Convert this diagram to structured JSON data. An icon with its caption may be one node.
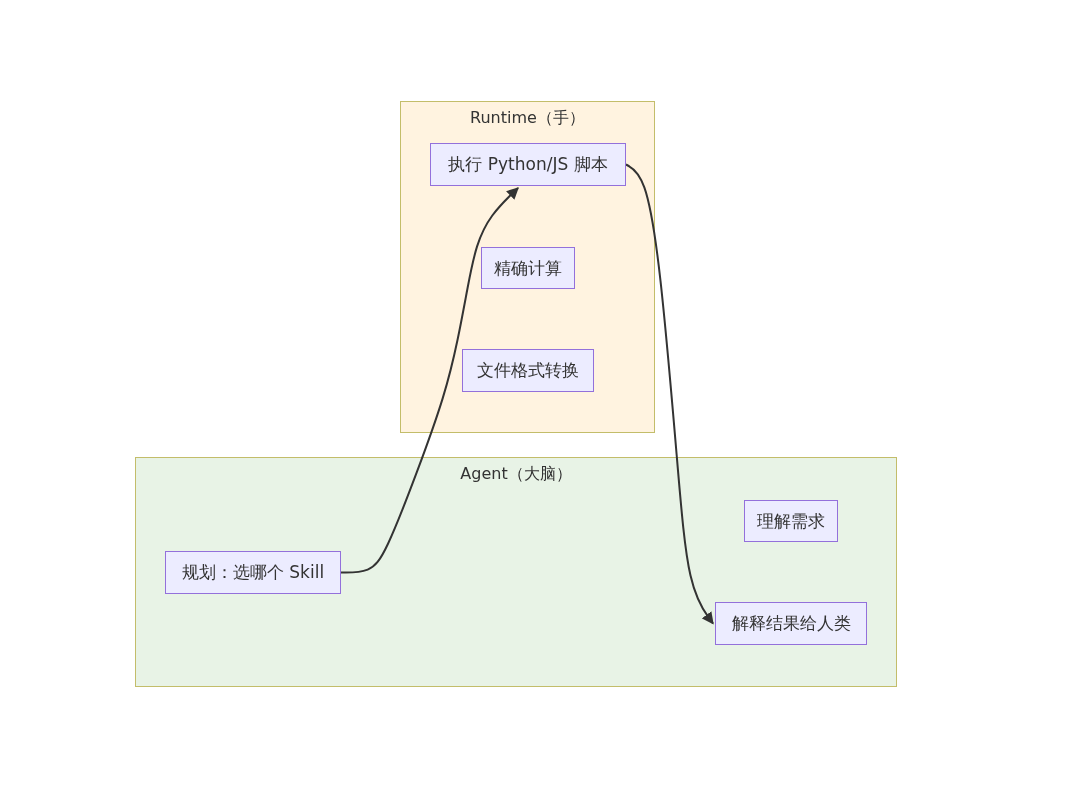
{
  "diagram": {
    "nodes": [
      {
        "text": [
          "Runtime（手）"
        ]
      },
      {
        "text": [
          "执行 Python/JS 脚本"
        ],
        "in": 0
      },
      {
        "text": [
          "精确计算"
        ],
        "in": 0
      },
      {
        "text": [
          "文件格式转换"
        ],
        "in": 0
      },
      {
        "text": [
          "Agent（大脑）"
        ]
      },
      {
        "text": [
          "理解需求"
        ],
        "in": 4
      },
      {
        "text": [
          "规划：选哪个 Skill"
        ],
        "in": 4
      },
      {
        "text": [
          "解释结果给人类"
        ],
        "in": 4
      }
    ],
    "edges": [
      {
        "from": 6,
        "to": 1,
        "arrow": "to"
      },
      {
        "from": 1,
        "to": 7,
        "arrow": "to"
      }
    ]
  }
}
